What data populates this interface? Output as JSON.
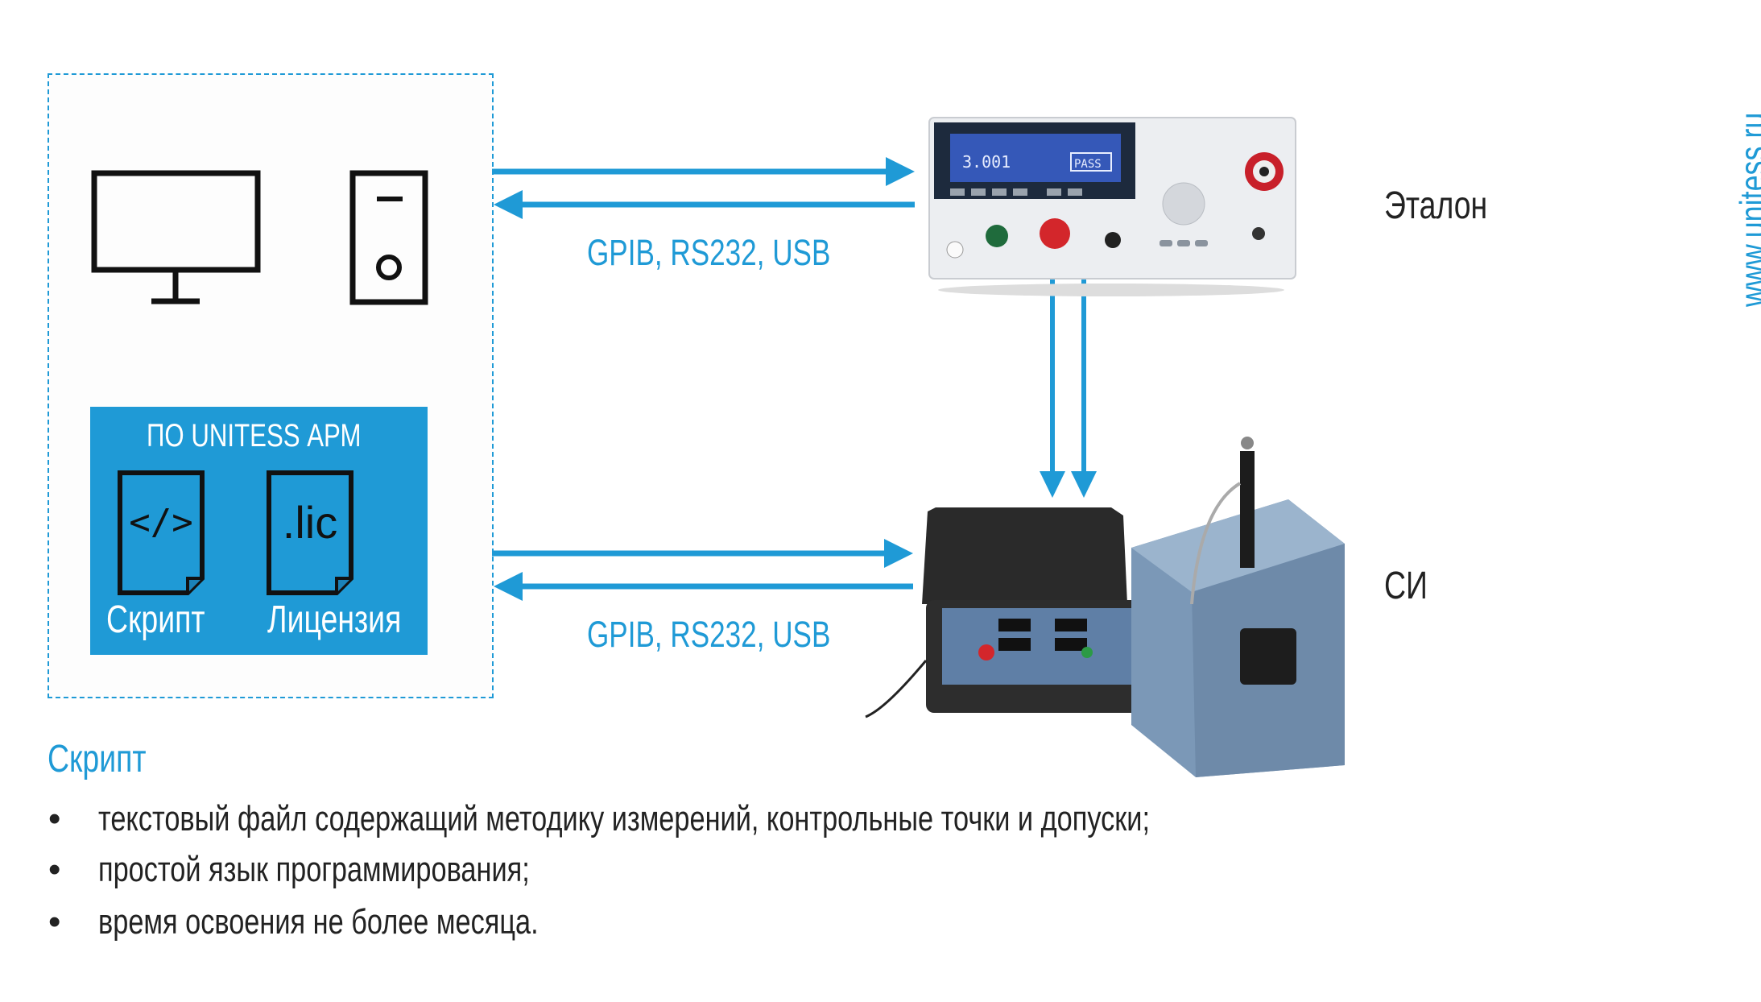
{
  "workstation": {
    "software_title": "ПО UNITESS АРМ",
    "files": [
      {
        "glyph": "</>",
        "label": "Скрипт"
      },
      {
        "glyph": ".lic",
        "label": "Лицензия"
      }
    ]
  },
  "links": [
    {
      "protocol": "GPIB, RS232, USB"
    },
    {
      "protocol": "GPIB, RS232, USB"
    }
  ],
  "devices": {
    "reference": {
      "label": "Эталон",
      "screen_value": "3.001",
      "screen_status": "PASS"
    },
    "dut": {
      "label": "СИ"
    }
  },
  "website": "www.unitess.ru",
  "script_section": {
    "heading": "Скрипт",
    "bullet": "•",
    "items": [
      "текстовый файл содержащий методику измерений, контрольные точки и допуски;",
      "простой язык программирования;",
      "время освоения не более месяца."
    ]
  },
  "colors": {
    "accent": "#1f9ad6",
    "text": "#222222"
  }
}
